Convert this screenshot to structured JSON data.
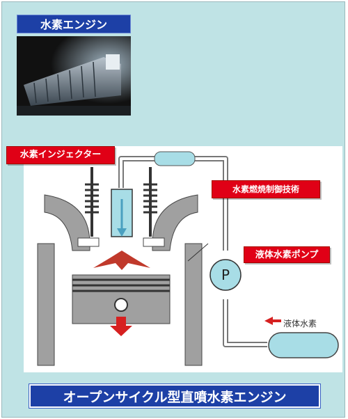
{
  "header": {
    "title": "水素エンジン"
  },
  "labels": {
    "injector": "水素インジェクター",
    "combustion": "水素燃焼制御技術",
    "pump": "液体水素ポンプ",
    "pump_symbol": "P",
    "liquid": "液体水素"
  },
  "footer": {
    "title": "オープンサイクル型直噴水素エンジン"
  },
  "colors": {
    "panel": "#bfe3e5",
    "navy": "#1d40a6",
    "red": "#e00016",
    "pipe": "#a8dde6"
  }
}
